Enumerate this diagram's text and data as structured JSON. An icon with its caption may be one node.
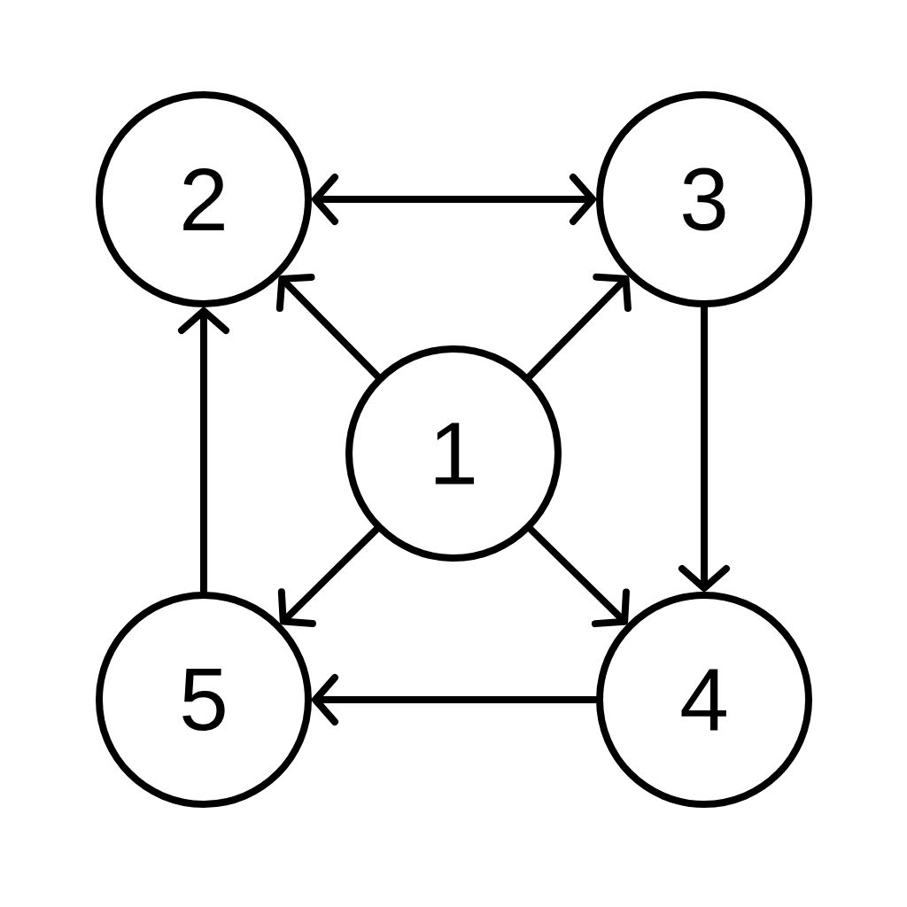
{
  "diagram": {
    "nodes": [
      {
        "text": [
          "2"
        ]
      },
      {
        "text": [
          "3"
        ]
      },
      {
        "text": [
          "1"
        ]
      },
      {
        "text": [
          "5"
        ]
      },
      {
        "text": [
          "4"
        ]
      }
    ],
    "edges": [
      {
        "from": 0,
        "to": 1,
        "arrow": "both"
      },
      {
        "from": 2,
        "to": 0,
        "arrow": "to"
      },
      {
        "from": 2,
        "to": 1,
        "arrow": "to"
      },
      {
        "from": 1,
        "to": 4,
        "arrow": "to"
      },
      {
        "from": 2,
        "to": 3,
        "arrow": "to"
      },
      {
        "from": 2,
        "to": 4,
        "arrow": "to"
      },
      {
        "from": 4,
        "to": 3,
        "arrow": "to"
      },
      {
        "from": 3,
        "to": 0,
        "arrow": "to"
      }
    ]
  }
}
